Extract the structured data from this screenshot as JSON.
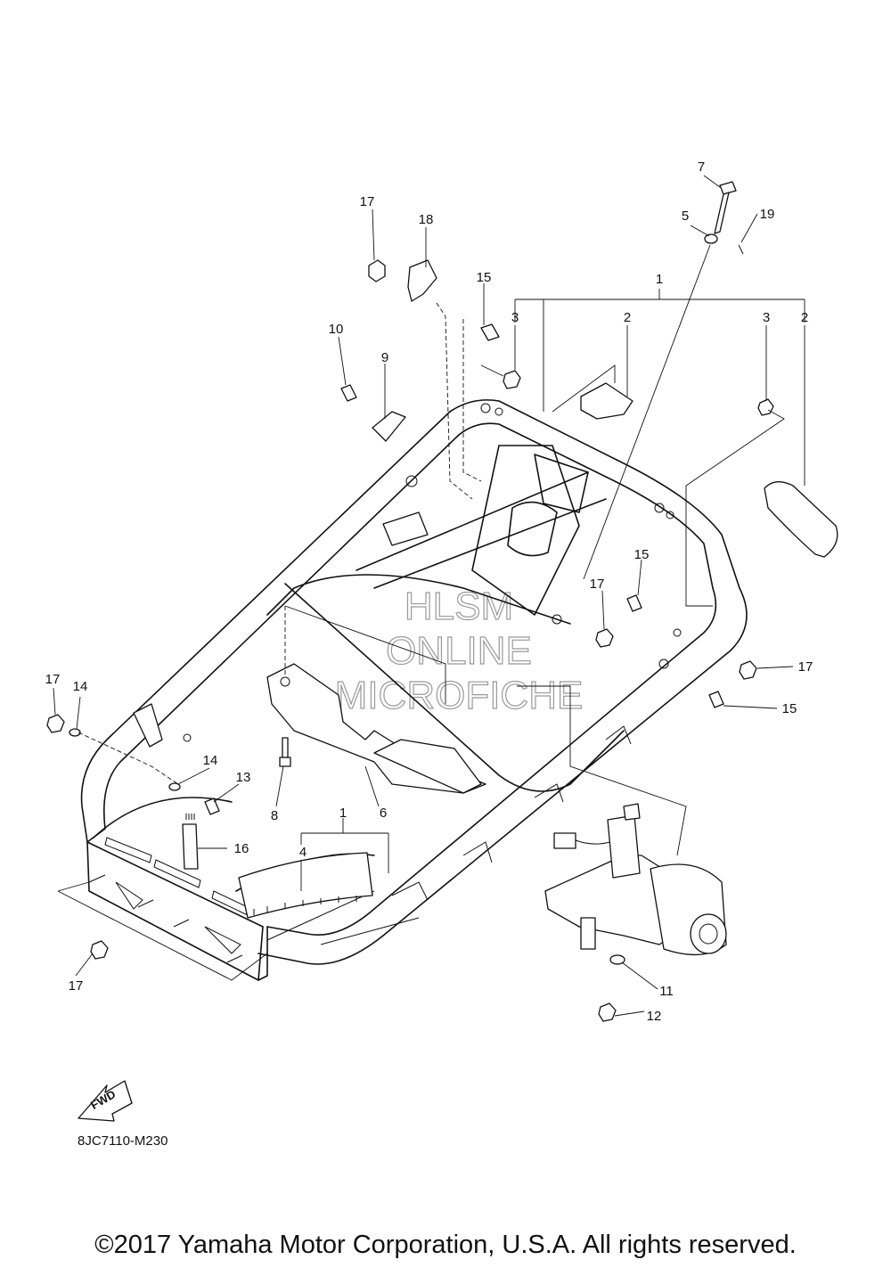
{
  "diagram": {
    "callouts": [
      {
        "id": "c1a",
        "label": "1"
      },
      {
        "id": "c2a",
        "label": "2"
      },
      {
        "id": "c2b",
        "label": "2"
      },
      {
        "id": "c3a",
        "label": "3"
      },
      {
        "id": "c3b",
        "label": "3"
      },
      {
        "id": "c5",
        "label": "5"
      },
      {
        "id": "c7",
        "label": "7"
      },
      {
        "id": "c19",
        "label": "19"
      },
      {
        "id": "c17a",
        "label": "17"
      },
      {
        "id": "c18",
        "label": "18"
      },
      {
        "id": "c15a",
        "label": "15"
      },
      {
        "id": "c10",
        "label": "10"
      },
      {
        "id": "c9",
        "label": "9"
      },
      {
        "id": "c15b",
        "label": "15"
      },
      {
        "id": "c17b",
        "label": "17"
      },
      {
        "id": "c17c",
        "label": "17"
      },
      {
        "id": "c15c",
        "label": "15"
      },
      {
        "id": "c17d",
        "label": "17"
      },
      {
        "id": "c14a",
        "label": "14"
      },
      {
        "id": "c14b",
        "label": "14"
      },
      {
        "id": "c13",
        "label": "13"
      },
      {
        "id": "c8",
        "label": "8"
      },
      {
        "id": "c6",
        "label": "6"
      },
      {
        "id": "c16",
        "label": "16"
      },
      {
        "id": "c1b",
        "label": "1"
      },
      {
        "id": "c4",
        "label": "4"
      },
      {
        "id": "c17e",
        "label": "17"
      },
      {
        "id": "c11",
        "label": "11"
      },
      {
        "id": "c12",
        "label": "12"
      }
    ],
    "watermark": [
      "HLSM",
      "ONLINE",
      "MICROFICHE"
    ],
    "fwd_label": "FWD",
    "diagram_code": "8JC7110-M230"
  },
  "footer": {
    "copyright": "©2017 Yamaha Motor Corporation, U.S.A. All rights reserved."
  }
}
